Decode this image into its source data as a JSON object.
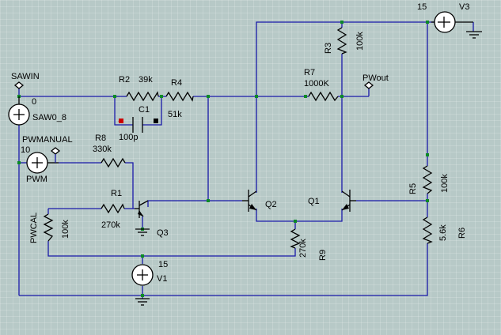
{
  "nets": {
    "sawin": "SAWIN",
    "pwmanual": "PWMANUAL",
    "pwm": "PWM",
    "pwcal": "PWCAL",
    "pwout": "PWout"
  },
  "sources": {
    "v3": {
      "name": "V3",
      "value": "15"
    },
    "v1": {
      "name": "V1",
      "value": "15"
    },
    "saw": {
      "name": "SAW0_8",
      "value": "0"
    },
    "pwm": {
      "value": "10"
    }
  },
  "components": {
    "r1": {
      "name": "R1",
      "value": "270k"
    },
    "r2": {
      "name": "R2",
      "value": "39k"
    },
    "r3": {
      "name": "R3",
      "value": "100k"
    },
    "r4": {
      "name": "R4",
      "value": "51k"
    },
    "r5": {
      "name": "R5",
      "value": "100k"
    },
    "r6": {
      "name": "R6",
      "value": "5.6k"
    },
    "r7": {
      "name": "R7",
      "value": "1000K"
    },
    "r8": {
      "name": "R8",
      "value": "330k"
    },
    "r9": {
      "name": "R9",
      "value": "270k"
    },
    "rpwcal": {
      "value": "100k"
    },
    "c1": {
      "name": "C1",
      "value": "100p",
      "plus": "+",
      "minus": "-"
    },
    "q1": {
      "name": "Q1"
    },
    "q2": {
      "name": "Q2"
    },
    "q3": {
      "name": "Q3"
    }
  },
  "colors": {
    "background": "#b7c9c7",
    "wire": "#1a1aa8",
    "junction": "#0b8a26",
    "capacitor_plus": "#cc0000"
  }
}
